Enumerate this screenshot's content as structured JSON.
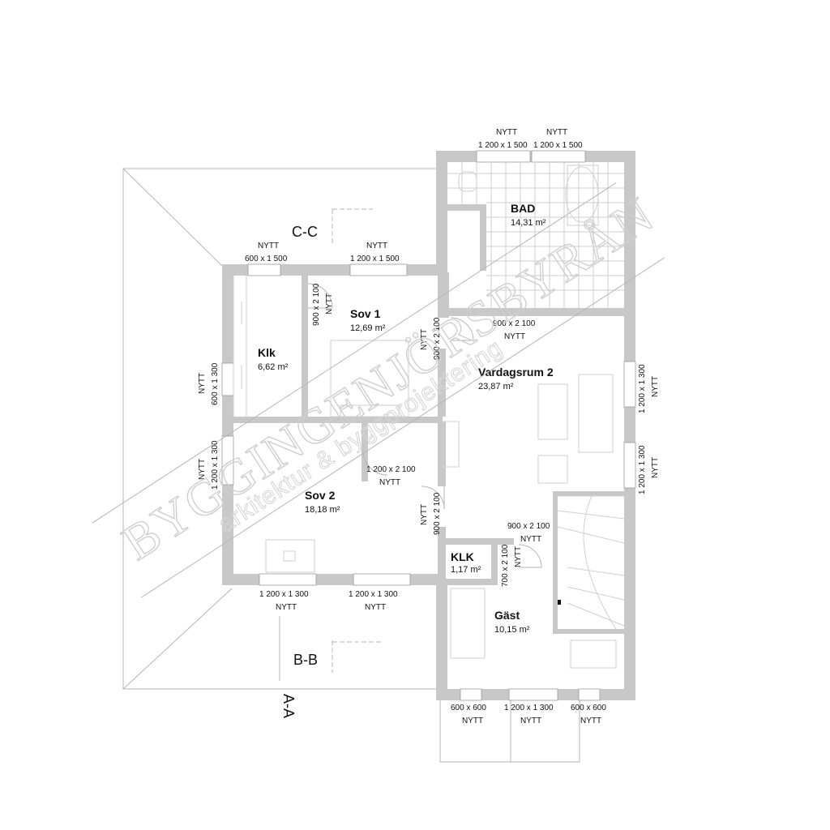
{
  "sections": {
    "cc": "C-C",
    "bb": "B-B",
    "aa": "A-A"
  },
  "rooms": {
    "bad": {
      "name": "BAD",
      "area": "14,31 m²"
    },
    "sov1": {
      "name": "Sov 1",
      "area": "12,69 m²"
    },
    "klk_big": {
      "name": "Klk",
      "area": "6,62 m²"
    },
    "vardagsrum": {
      "name": "Vardagsrum 2",
      "area": "23,87 m²"
    },
    "sov2": {
      "name": "Sov 2",
      "area": "18,18 m²"
    },
    "klk_small": {
      "name": "KLK",
      "area": "1,17 m²"
    },
    "gast": {
      "name": "Gäst",
      "area": "10,15 m²"
    }
  },
  "openings": {
    "bad_w1": {
      "status": "NYTT",
      "size": "1 200 x 1 500"
    },
    "bad_w2": {
      "status": "NYTT",
      "size": "1 200 x 1 500"
    },
    "klk_w": {
      "status": "NYTT",
      "size": "600 x 1 500"
    },
    "sov1_w": {
      "status": "NYTT",
      "size": "1 200 x 1 500"
    },
    "sov1_d": {
      "status": "NYTT",
      "size": "900 x 2 100"
    },
    "bad_d": {
      "status": "NYTT",
      "size": "900 x 2 100"
    },
    "klk_side_w": {
      "status": "NYTT",
      "size": "600 x 1 300"
    },
    "sov2_side_w": {
      "status": "NYTT",
      "size": "1 200 x 1 300"
    },
    "hall_d_upper": {
      "status": "NYTT",
      "size": "900 x 2 100"
    },
    "vard_w1": {
      "status": "NYTT",
      "size": "1 200 x 1 300"
    },
    "vard_w2": {
      "status": "NYTT",
      "size": "1 200 x 1 300"
    },
    "sov2_d": {
      "status": "NYTT",
      "size": "1 200 x 2 100"
    },
    "hall_d_lower": {
      "status": "NYTT",
      "size": "900 x 2 100"
    },
    "gast_d": {
      "status": "NYTT",
      "size": "900 x 2 100"
    },
    "klk_small_d": {
      "status": "NYTT",
      "size": "700 x 2 100"
    },
    "sov2_bw1": {
      "status": "NYTT",
      "size": "1 200 x 1 300"
    },
    "sov2_bw2": {
      "status": "NYTT",
      "size": "1 200 x 1 300"
    },
    "gast_bw1": {
      "status": "NYTT",
      "size": "600 x 600"
    },
    "gast_bw2": {
      "status": "NYTT",
      "size": "1 200 x 1 300"
    },
    "gast_bw3": {
      "status": "NYTT",
      "size": "600 x 600"
    }
  },
  "watermark": {
    "line1": "BYGGINGENJÖRSBYRÅN",
    "line2": "arkitektur & byggprojektering"
  },
  "colors": {
    "wall": "#c8c8c8",
    "text": "#111111",
    "line": "#b5b5b5"
  }
}
